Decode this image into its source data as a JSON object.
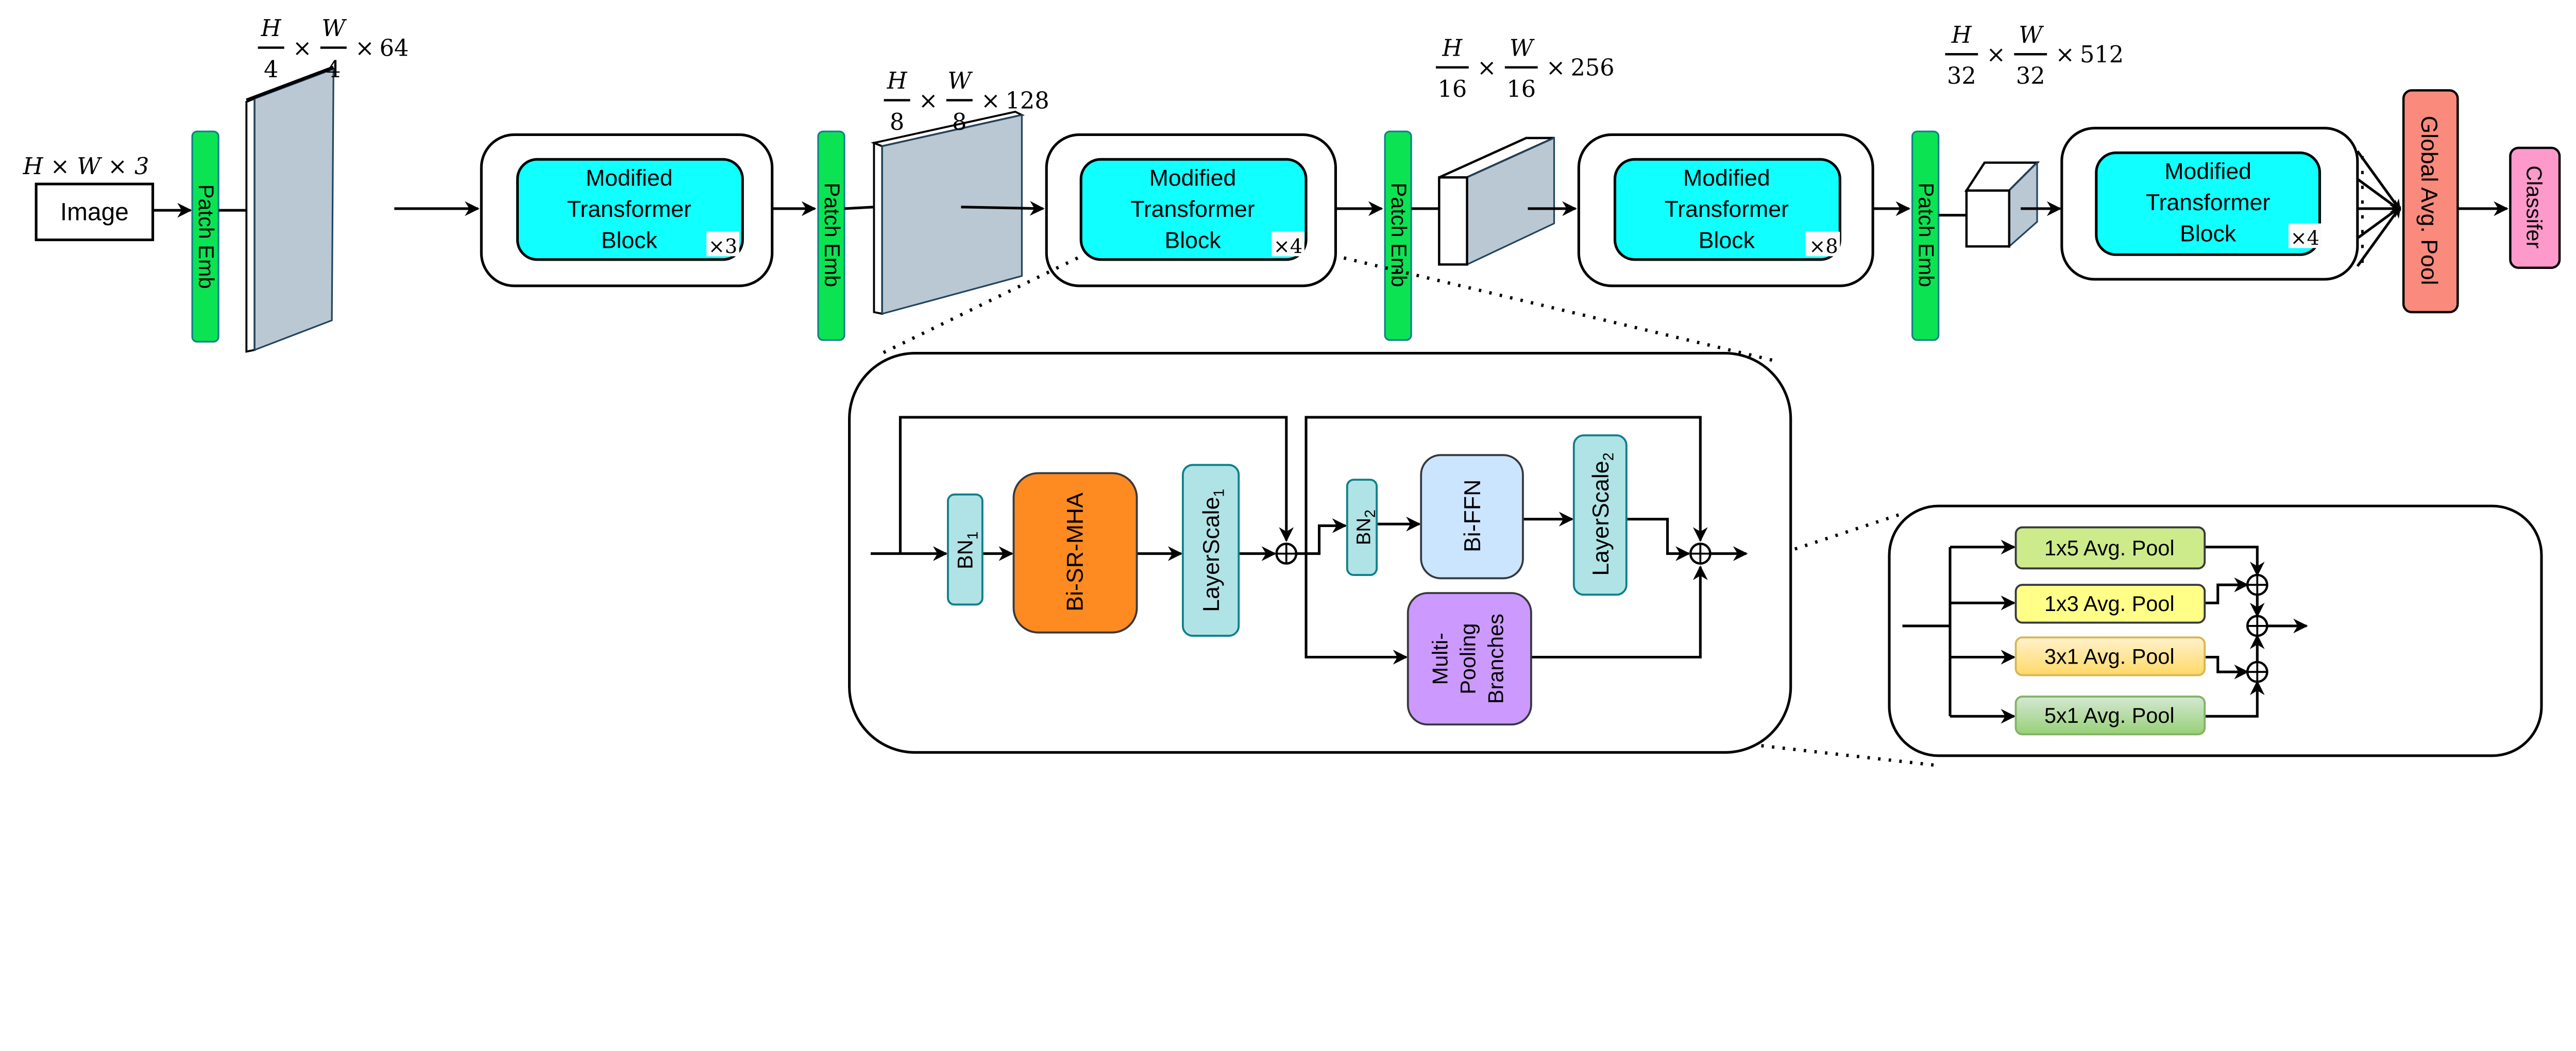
{
  "input": {
    "dims": "H × W × 3",
    "label": "Image"
  },
  "patch_emb": "Patch Emb",
  "times": "×",
  "stages": [
    {
      "num1": "H",
      "den1": "4",
      "num2": "W",
      "den2": "4",
      "channels": "64",
      "block": [
        "Modified",
        "Transformer",
        "Block"
      ],
      "repeat": "×3"
    },
    {
      "num1": "H",
      "den1": "8",
      "num2": "W",
      "den2": "8",
      "channels": "128",
      "block": [
        "Modified",
        "Transformer",
        "Block"
      ],
      "repeat": "×4"
    },
    {
      "num1": "H",
      "den1": "16",
      "num2": "W",
      "den2": "16",
      "channels": "256",
      "block": [
        "Modified",
        "Transformer",
        "Block"
      ],
      "repeat": "×8"
    },
    {
      "num1": "H",
      "den1": "32",
      "num2": "W",
      "den2": "32",
      "channels": "512",
      "block": [
        "Modified",
        "Transformer",
        "Block"
      ],
      "repeat": "×4"
    }
  ],
  "global_pool": "Global Avg. Pool",
  "classifier": "Classifer",
  "detail": {
    "bn1": {
      "base": "BN",
      "sub": "1"
    },
    "mha": "Bi-SR-MHA",
    "ls1": {
      "base": "LayerScale",
      "sub": "1"
    },
    "bn2": {
      "base": "BN",
      "sub": "2"
    },
    "ffn": "Bi-FFN",
    "ls2": {
      "base": "LayerScale",
      "sub": "2"
    },
    "mpb": [
      "Multi-",
      "Pooling",
      "Branches"
    ],
    "sum": "⊕"
  },
  "pooling": [
    "1x5 Avg. Pool",
    "1x3 Avg. Pool",
    "3x1 Avg. Pool",
    "5x1 Avg. Pool"
  ],
  "colors": {
    "patch_emb": "#0ce353",
    "cyan_block": "#10ffff",
    "slab": "#bac8d3",
    "bn": "#b0e3e6",
    "mha": "#fe8a22",
    "ffn": "#cce5ff",
    "mpb": "#cc99ff",
    "global_pool": "#fa8a7c",
    "classifier": "#fe99cc",
    "pool_1x5": "#cdeb8b",
    "pool_1x3": "#ffff88",
    "pool_3x1": "#ffd966",
    "pool_5x1": "#97d077"
  }
}
